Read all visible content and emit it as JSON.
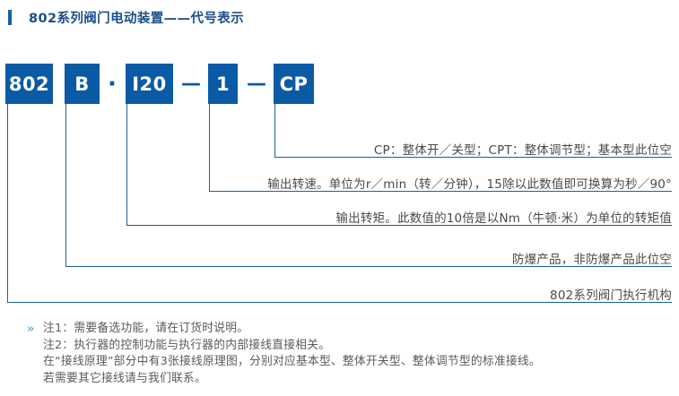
{
  "header": {
    "title": "802系列阀门电动装置——代号表示",
    "accent_color": "#1c5ea8",
    "title_color": "#1b4f8a"
  },
  "code_string": {
    "box_color": "#0b5aa5",
    "text_color": "#ffffff",
    "segments": [
      {
        "type": "box",
        "label": "802"
      },
      {
        "type": "box",
        "label": "B"
      },
      {
        "type": "separator",
        "label": "·"
      },
      {
        "type": "box",
        "label": "I20"
      },
      {
        "type": "separator",
        "label": "—"
      },
      {
        "type": "box",
        "label": "1"
      },
      {
        "type": "separator",
        "label": "—"
      },
      {
        "type": "box",
        "label": "CP"
      }
    ]
  },
  "descriptions": [
    {
      "text": "CP：整体开／关型；CPT：整体调节型；基本型此位空"
    },
    {
      "text": "输出转速。单位为r／min（转／分钟），15除以此数值即可换算为秒／90°"
    },
    {
      "text": "输出转矩。此数值的10倍是以Nm（牛顿·米）为单位的转矩值"
    },
    {
      "text": "防爆产品，非防爆产品此位空"
    },
    {
      "text": "802系列阀门执行机构"
    }
  ],
  "notes": {
    "chevron": "»",
    "lines": [
      "注1：需要备选功能，请在订货时说明。",
      "注2：执行器的控制功能与执行器的内部接线直接相关。",
      "在“接线原理”部分中有3张接线原理图，分别对应基本型、整体开关型、整体调节型的标准接线。",
      "若需要其它接线请与我们联系。"
    ]
  },
  "colors": {
    "line": "#1c5f9e",
    "note_chevron": "#6eb3e0",
    "text": "#4a4a4a"
  }
}
